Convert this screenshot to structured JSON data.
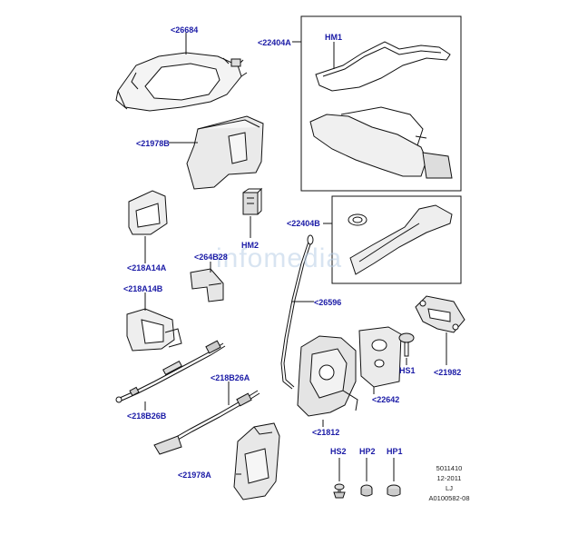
{
  "watermark": "infomedia",
  "callouts": {
    "c26684": "<26684",
    "c22404A": "<22404A",
    "cHM1": "HM1",
    "c21978B": "<21978B",
    "cHM2": "HM2",
    "c22404B": "<22404B",
    "c218A14A": "<218A14A",
    "c264B28": "<264B28",
    "c218A14B": "<218A14B",
    "c26596": "<26596",
    "cHS1": "HS1",
    "c21982": "<21982",
    "c22642": "<22642",
    "c218B26A": "<218B26A",
    "c218B26B": "<218B26B",
    "c21812": "<21812",
    "cHS2": "HS2",
    "cHP2": "HP2",
    "cHP1": "HP1",
    "c21978A": "<21978A"
  },
  "meta": {
    "ref": "5011410",
    "date": "12-2011",
    "initials": "LJ",
    "code": "A0100582-08"
  }
}
